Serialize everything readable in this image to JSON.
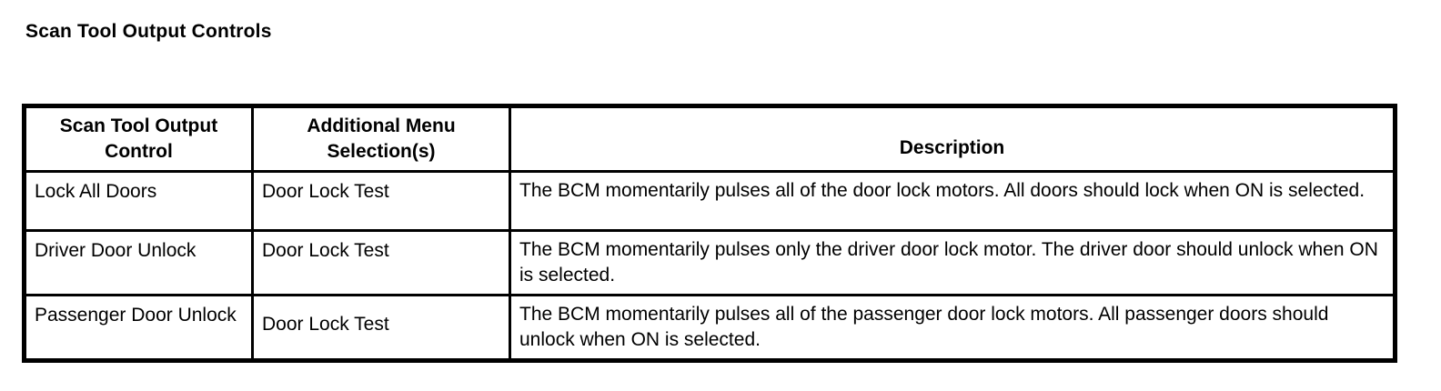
{
  "document": {
    "title": "Scan Tool Output Controls"
  },
  "table": {
    "name": "scan-tool-output-controls-table",
    "headers": [
      "Scan Tool Output Control",
      "Additional Menu Selection(s)",
      "Description"
    ],
    "header_lines": {
      "col1_line1": "Scan Tool Output",
      "col1_line2": "Control",
      "col2_line1": "Additional Menu",
      "col2_line2": "Selection(s)",
      "col3": "Description"
    },
    "rows": [
      {
        "control": "Lock All Doors",
        "menu_selection": "Door Lock Test",
        "description": "The BCM momentarily pulses all of the door lock motors. All doors should lock when ON is selected."
      },
      {
        "control": "Driver Door Unlock",
        "menu_selection": "Door Lock Test",
        "description": "The BCM momentarily pulses only the driver door lock motor. The driver door should unlock when ON is selected."
      },
      {
        "control": "Passenger Door Unlock",
        "menu_selection": "Door Lock Test",
        "description": "The BCM momentarily pulses all of the passenger door lock motors. All passenger doors should unlock when ON is selected."
      }
    ]
  },
  "style": {
    "text_color": "#000000",
    "background_color": "#ffffff",
    "border_color": "#000000"
  }
}
